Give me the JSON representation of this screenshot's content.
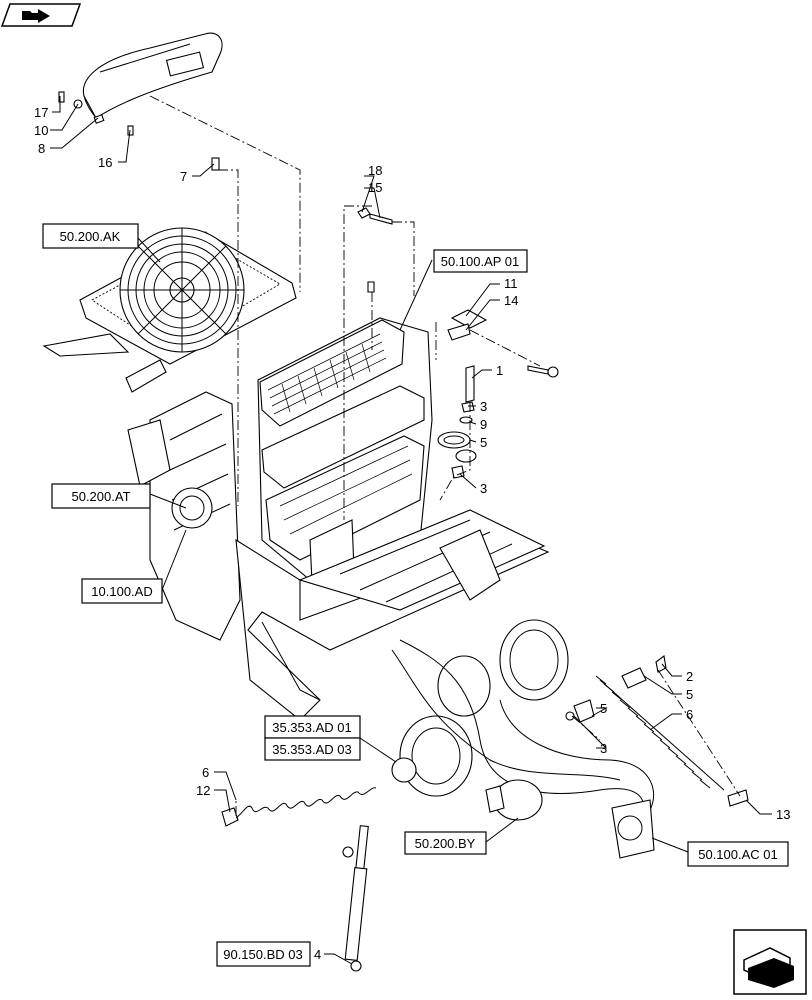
{
  "nav": {
    "top_icon": "folder-arrow-icon",
    "bottom_icon": "next-page-arrow-icon"
  },
  "refs": {
    "ak": "50.200.AK",
    "ap01": "50.100.AP 01",
    "at": "50.200.AT",
    "ad": "10.100.AD",
    "ad01": "35.353.AD 01",
    "ad03": "35.353.AD 03",
    "by": "50.200.BY",
    "ac01": "50.100.AC 01",
    "bd03": "90.150.BD 03"
  },
  "callouts": {
    "c17": "17",
    "c10": "10",
    "c8": "8",
    "c16": "16",
    "c7": "7",
    "c18": "18",
    "c15": "15",
    "c11": "11",
    "c14": "14",
    "c1": "1",
    "c3a": "3",
    "c9": "9",
    "c5a": "5",
    "c3b": "3",
    "c2": "2",
    "c5b": "5",
    "c6a": "6",
    "c5c": "5",
    "c3c": "3",
    "c13": "13",
    "c6b": "6",
    "c12": "12",
    "c4": "4"
  }
}
